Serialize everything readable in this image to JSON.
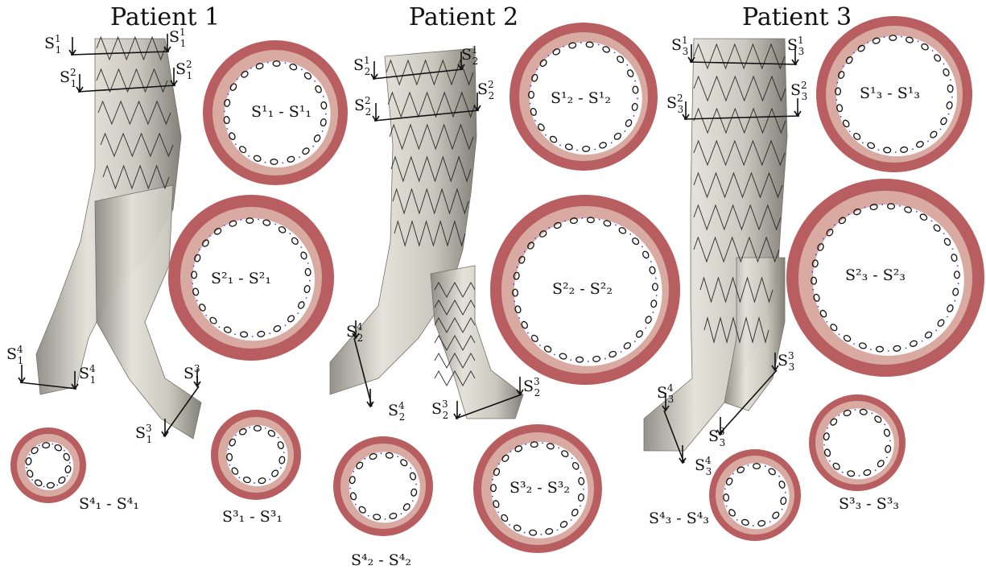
{
  "colors": {
    "wall": "#b85e60",
    "thrombus": "#d8aaa2",
    "lumen": "#ffffff",
    "stent_surface": "#d2cfc4",
    "strut": "#111111",
    "strut_point": "#3a3aff"
  },
  "patients": [
    {
      "title": "Patient 1",
      "cuts": [
        {
          "label": "S",
          "sub": "1",
          "sup": "1",
          "section_label": "S¹₁ - S¹₁"
        },
        {
          "label": "S",
          "sub": "1",
          "sup": "2",
          "section_label": "S²₁ - S²₁"
        },
        {
          "label": "S",
          "sub": "1",
          "sup": "3",
          "section_label": "S³₁ - S³₁"
        },
        {
          "label": "S",
          "sub": "1",
          "sup": "4",
          "section_label": "S⁴₁ - S⁴₁"
        }
      ]
    },
    {
      "title": "Patient 2",
      "cuts": [
        {
          "label": "S",
          "sub": "2",
          "sup": "1",
          "section_label": "S¹₂ - S¹₂"
        },
        {
          "label": "S",
          "sub": "2",
          "sup": "2",
          "section_label": "S²₂ - S²₂"
        },
        {
          "label": "S",
          "sub": "2",
          "sup": "3",
          "section_label": "S³₂ - S³₂"
        },
        {
          "label": "S",
          "sub": "2",
          "sup": "4",
          "section_label": "S⁴₂ - S⁴₂"
        }
      ]
    },
    {
      "title": "Patient 3",
      "cuts": [
        {
          "label": "S",
          "sub": "3",
          "sup": "1",
          "section_label": "S¹₃ - S¹₃"
        },
        {
          "label": "S",
          "sub": "3",
          "sup": "2",
          "section_label": "S²₃ - S²₃"
        },
        {
          "label": "S",
          "sub": "3",
          "sup": "3",
          "section_label": "S³₃ - S³₃"
        },
        {
          "label": "S",
          "sub": "3",
          "sup": "4",
          "section_label": "S⁴₃ - S⁴₃"
        }
      ]
    }
  ]
}
